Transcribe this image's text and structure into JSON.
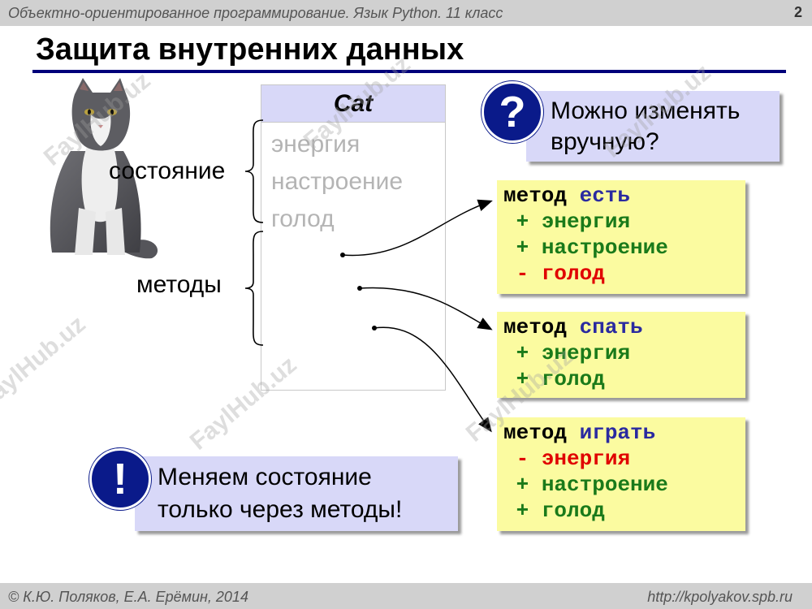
{
  "header": {
    "course": "Объектно-ориентированное программирование. Язык Python. 11 класс",
    "page": "2"
  },
  "title": "Защита внутренних данных",
  "footer": {
    "authors": "© К.Ю. Поляков, Е.А. Ерёмин, 2014",
    "site": "http://kpolyakov.spb.ru"
  },
  "class_box": {
    "name": "Cat",
    "attributes": [
      "энергия",
      "настроение",
      "голод"
    ]
  },
  "labels": {
    "state": "состояние",
    "methods": "методы"
  },
  "question": {
    "icon": "?",
    "line1": "Можно изменять",
    "line2": "вручную?"
  },
  "exclaim": {
    "icon": "!",
    "line1": "Меняем состояние",
    "line2": "только через методы!"
  },
  "method_boxes": [
    {
      "keyword": "метод",
      "name": "есть",
      "lines": [
        {
          "sign": "+",
          "text": "энергия"
        },
        {
          "sign": "+",
          "text": "настроение"
        },
        {
          "sign": "-",
          "text": "голод"
        }
      ]
    },
    {
      "keyword": "метод",
      "name": "спать",
      "lines": [
        {
          "sign": "+",
          "text": "энергия"
        },
        {
          "sign": "+",
          "text": "голод"
        }
      ]
    },
    {
      "keyword": "метод",
      "name": "играть",
      "lines": [
        {
          "sign": "-",
          "text": "энергия"
        },
        {
          "sign": "+",
          "text": "настроение"
        },
        {
          "sign": "+",
          "text": "голод"
        }
      ]
    }
  ],
  "watermark": "FaylHub.uz",
  "colors": {
    "title_rule": "#00007a",
    "box_bg": "#d8d8f8",
    "method_bg": "#fbfba0",
    "plus": "#1a7a1a",
    "minus": "#e00000",
    "method_name": "#2a2aa0",
    "icon_circle": "#0a1a8a"
  }
}
